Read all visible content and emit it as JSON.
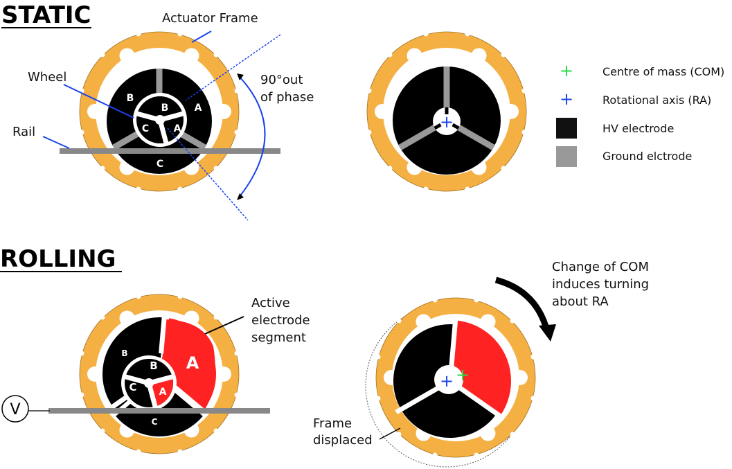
{
  "headings": {
    "static": "STATIC",
    "rolling": "ROLLING"
  },
  "labels": {
    "actuator_frame": "Actuator Frame",
    "wheel": "Wheel",
    "rail": "Rail",
    "phase_line1": "90°out",
    "phase_line2": "of phase",
    "active_line1": "Active",
    "active_line2": "electrode",
    "active_line3": "segment",
    "com_line1": "Change of COM",
    "com_line2": "induces turning",
    "com_line3": "about RA",
    "frame_line1": "Frame",
    "frame_line2": "displaced",
    "voltage": "V"
  },
  "segments": {
    "a": "A",
    "b": "B",
    "c": "C"
  },
  "legend": [
    {
      "label": "Centre of mass (COM)",
      "icon": "green-plus",
      "color": "#22dd44"
    },
    {
      "label": "Rotational axis (RA)",
      "icon": "blue-plus",
      "color": "#1a44ee"
    },
    {
      "label": "HV electrode",
      "icon": "black-square",
      "color": "#111111"
    },
    {
      "label": "Ground elctrode",
      "icon": "gray-square",
      "color": "#999999"
    }
  ],
  "colors": {
    "frame": "#f5b043",
    "active": "#ff2222",
    "annotation": "#1a44ee"
  }
}
